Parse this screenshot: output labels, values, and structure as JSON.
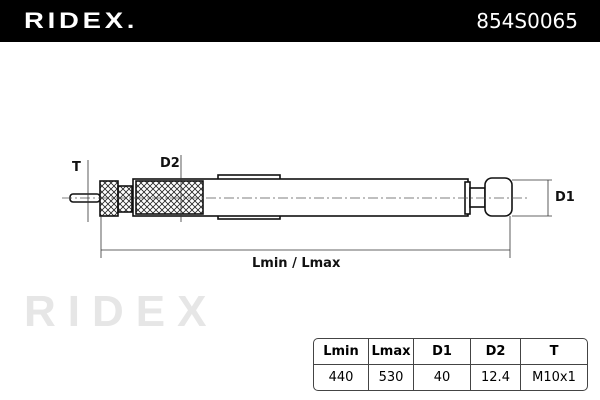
{
  "header": {
    "brand": "RIDEX.",
    "part_number": "854S0065"
  },
  "watermark": "RIDEX",
  "drawing": {
    "labels": {
      "t": "T",
      "d2": "D2",
      "d1": "D1",
      "length": "Lmin / Lmax"
    }
  },
  "specs": {
    "headers": [
      "Lmin",
      "Lmax",
      "D1",
      "D2",
      "T"
    ],
    "values": [
      "440",
      "530",
      "40",
      "12.4",
      "M10x1"
    ]
  }
}
